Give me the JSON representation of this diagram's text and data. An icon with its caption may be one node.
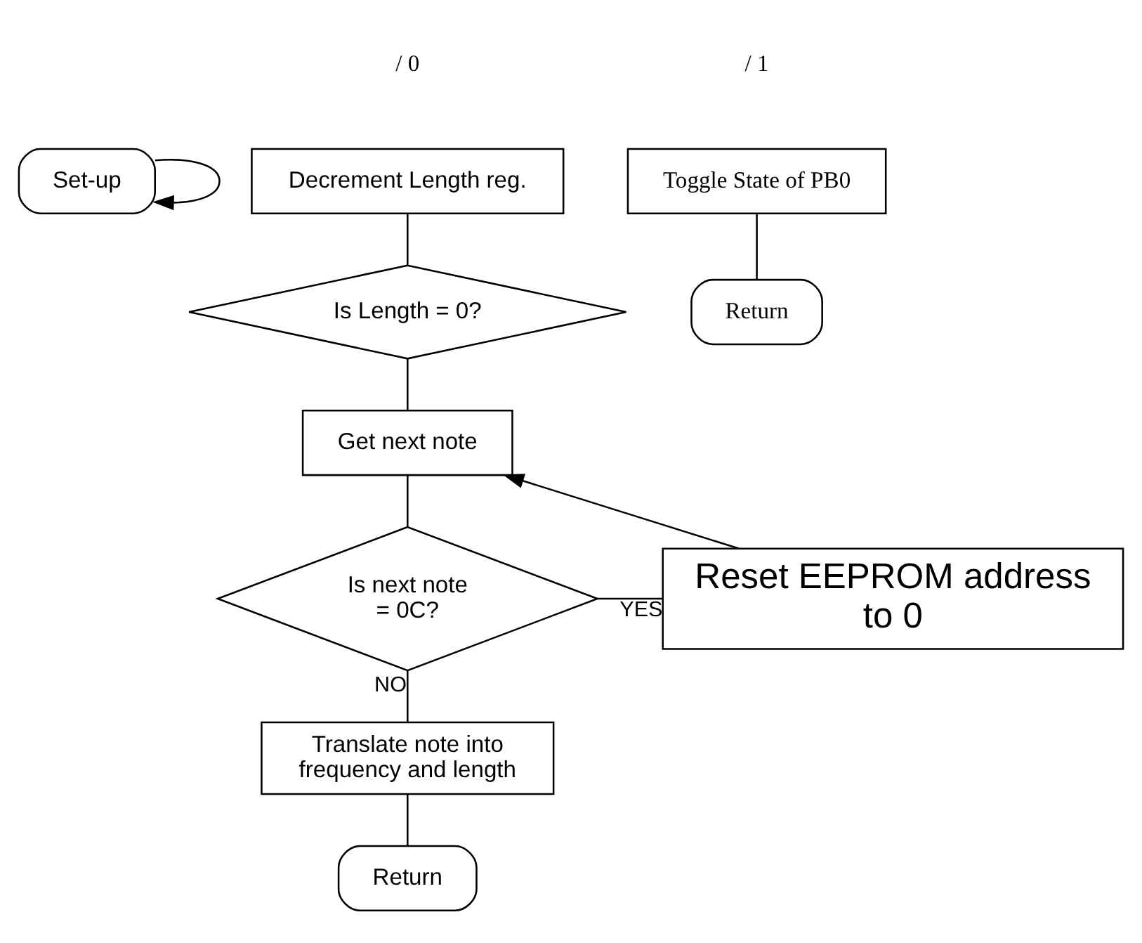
{
  "diagram": {
    "nodes": [
      {
        "text": [
          "Set-up"
        ]
      },
      {
        "text": [
          "Decrement Length reg."
        ]
      },
      {
        "text": [
          "Is Length = 0?"
        ]
      },
      {
        "text": [
          "Get next note"
        ]
      },
      {
        "text": [
          "Is next note = 0C?"
        ]
      },
      {
        "text": [
          "Reset EEPROM address to 0"
        ]
      },
      {
        "text": [
          "Translate note into frequency and length"
        ]
      },
      {
        "text": [
          "Return"
        ]
      },
      {
        "text": [
          "Toggle State of PB0"
        ]
      },
      {
        "text": [
          "Return"
        ]
      }
    ],
    "edges": [
      {
        "from": 0,
        "to": 0,
        "arrow": "to"
      },
      {
        "from": 1,
        "to": 2,
        "arrow": "none"
      },
      {
        "from": 2,
        "to": 3,
        "arrow": "none"
      },
      {
        "from": 5,
        "to": 3,
        "arrow": "to"
      },
      {
        "from": 3,
        "to": 4,
        "arrow": "none"
      },
      {
        "from": 4,
        "to": 5,
        "arrow": "none",
        "label": "YES"
      },
      {
        "from": 4,
        "to": 6,
        "arrow": "none",
        "label": "NO"
      },
      {
        "from": 6,
        "to": 7,
        "arrow": "none"
      },
      {
        "from": 8,
        "to": 9,
        "arrow": "none"
      }
    ],
    "labels": [
      "/ 0",
      "/ 1"
    ]
  }
}
